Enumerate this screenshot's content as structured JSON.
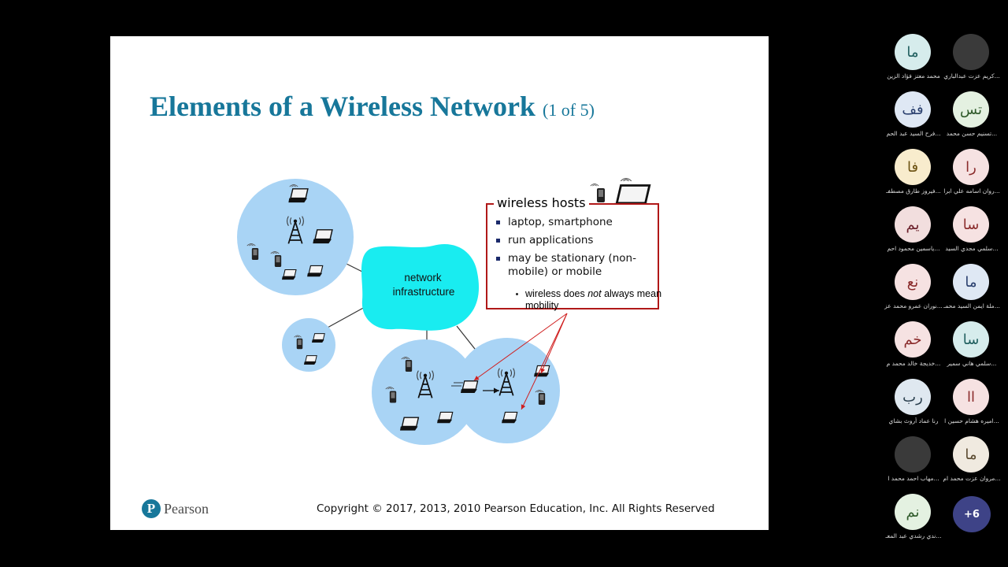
{
  "slide": {
    "title": "Elements of a Wireless Network",
    "title_suffix": "(1 of 5)",
    "network_label_line1": "network",
    "network_label_line2": "infrastructure",
    "hosts_box": {
      "heading": "wireless hosts",
      "bullets": [
        "laptop, smartphone",
        "run applications",
        "may be stationary (non-mobile) or mobile"
      ],
      "subbullet_before": "wireless does ",
      "subbullet_emph": "not",
      "subbullet_after": " always mean mobility"
    },
    "logo_text": "Pearson",
    "copyright": "Copyright © 2017, 2013, 2010 Pearson Education, Inc. All Rights Reserved",
    "colors": {
      "title": "#17779a",
      "cell": "#a9d4f5",
      "infrastructure": "#19ecf0",
      "box_border": "#b01818"
    }
  },
  "participants": [
    {
      "initials": "ما",
      "name": "محمد معتز فؤاد الزين",
      "bg": "#d6ecec",
      "fg": "#1f5e5e",
      "photo": false
    },
    {
      "initials": "",
      "name": "كريم عزت عبدالباري...",
      "bg": "#3a3a3a",
      "fg": "#fff",
      "photo": true
    },
    {
      "initials": "فف",
      "name": "فرح السيد عبد الحم...",
      "bg": "#dfe8f4",
      "fg": "#2a3f6e",
      "photo": false
    },
    {
      "initials": "تس",
      "name": "تسنيم حسن محمد...",
      "bg": "#e4f1e1",
      "fg": "#2f5a2a",
      "photo": false
    },
    {
      "initials": "فا",
      "name": "فيروز طارق مصطفـ...",
      "bg": "#f8eccd",
      "fg": "#6a5010",
      "photo": false
    },
    {
      "initials": "را",
      "name": "روان اسامه علي ابرا...",
      "bg": "#f6e2e2",
      "fg": "#8a2b2b",
      "photo": false
    },
    {
      "initials": "يم",
      "name": "ياسمين محمود احم...",
      "bg": "#f2dede",
      "fg": "#6a1f2a",
      "photo": false
    },
    {
      "initials": "سا",
      "name": "سلمي مجدي السيد...",
      "bg": "#f6e2e2",
      "fg": "#8a2b2b",
      "photo": false
    },
    {
      "initials": "نع",
      "name": "نوران عمرو محمد عز...",
      "bg": "#f6e2e2",
      "fg": "#8a2b2b",
      "photo": false
    },
    {
      "initials": "ما",
      "name": "ملة ايمن السيد محمـ...",
      "bg": "#dfe8f4",
      "fg": "#2a3f6e",
      "photo": false
    },
    {
      "initials": "خم",
      "name": "خديجة خالد محمد م...",
      "bg": "#f6e2e2",
      "fg": "#8a2b2b",
      "photo": false
    },
    {
      "initials": "سا",
      "name": "سلمي هاني سمير...",
      "bg": "#d6ecec",
      "fg": "#1f5e5e",
      "photo": false
    },
    {
      "initials": "رب",
      "name": "رنا عماد أروث بشاي",
      "bg": "#dfe8f0",
      "fg": "#2a3f4e",
      "photo": false
    },
    {
      "initials": "اا",
      "name": "اميره هشام حسين ا...",
      "bg": "#f6e2e2",
      "fg": "#8a2b2b",
      "photo": false
    },
    {
      "initials": "",
      "name": "مهاب احمد محمد ا...",
      "bg": "#3a3a3a",
      "fg": "#fff",
      "photo": true
    },
    {
      "initials": "ما",
      "name": "مروان عزت محمد ام...",
      "bg": "#f0eae0",
      "fg": "#5a4a30",
      "photo": false
    },
    {
      "initials": "نم",
      "name": "ندي رشدي عبد المعـ...",
      "bg": "#e4f1e1",
      "fg": "#2f5a2a",
      "photo": false
    }
  ],
  "more_participants": "+6"
}
